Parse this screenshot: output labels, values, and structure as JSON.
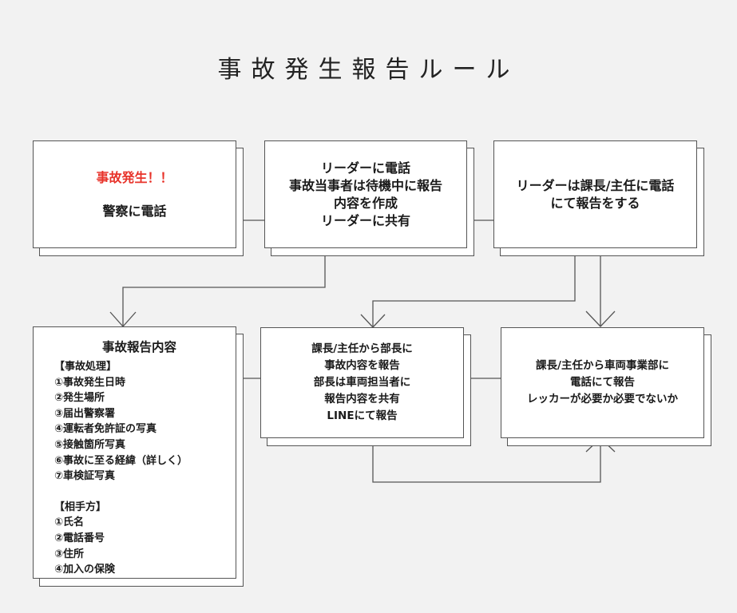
{
  "title": "事故発生報告ルール",
  "boxes": {
    "accident": {
      "alert": "事故発生！！",
      "text": "警察に電話"
    },
    "wait": {
      "lines": [
        "リーダーに電話",
        "事故当事者は待機中に報告",
        "内容を作成",
        "リーダーに共有"
      ]
    },
    "leader": {
      "lines": [
        "リーダーは課長/主任に電話",
        "にて報告をする"
      ]
    },
    "details": {
      "heading": "事故報告内容",
      "section1_title": "【事故処理】",
      "section1_items": [
        "①事故発生日時",
        "②発生場所",
        "③届出警察署",
        "④運転者免許証の写真",
        "⑤接触箇所写真",
        "⑥事故に至る経緯（詳しく）",
        "⑦車検証写真"
      ],
      "section2_title": "【相手方】",
      "section2_items": [
        "①氏名",
        "②電話番号",
        "③住所",
        "④加入の保険"
      ]
    },
    "manager": {
      "lines": [
        "課長/主任から部長に",
        "事故内容を報告",
        "部長は車両担当者に",
        "報告内容を共有",
        "LINEにて報告"
      ]
    },
    "vehicle": {
      "lines": [
        "課長/主任から車両事業部に",
        "電話にて報告",
        "レッカーが必要か必要でないか"
      ]
    }
  },
  "colors": {
    "background": "#f2f2f2",
    "alert": "#e8332a",
    "border": "#555555"
  }
}
